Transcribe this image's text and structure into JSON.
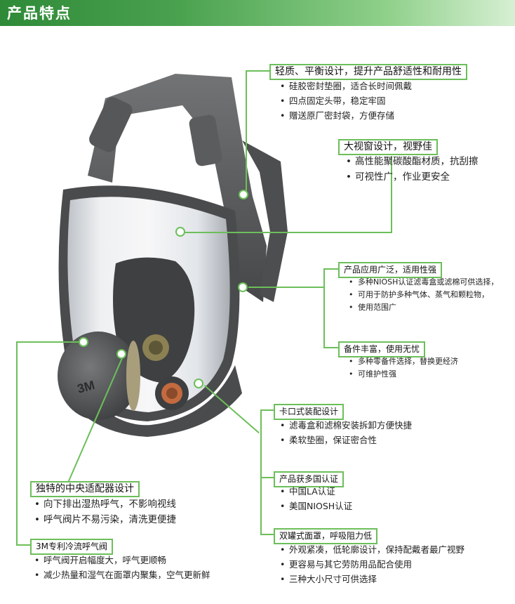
{
  "header": {
    "title": "产品特点"
  },
  "features": {
    "f1": {
      "title": "轻质、平衡设计，提升产品舒适性和耐用性",
      "items": [
        "硅胶密封垫圈，适合长时间佩戴",
        "四点固定头带，稳定牢固",
        "赠送原厂密封袋，方便存储"
      ]
    },
    "f2": {
      "title": "大视窗设计，视野佳",
      "items": [
        "高性能聚碳酸酯材质，抗刮擦",
        "可视性广，作业更安全"
      ]
    },
    "f3": {
      "title": "产品应用广泛，适用性强",
      "items": [
        "多种NIOSH认证滤毒盒或滤棉可供选择，",
        "可用于防护多种气体、蒸气和颗粒物，",
        "使用范围广"
      ]
    },
    "f4": {
      "title": "备件丰富，使用无忧",
      "items": [
        "多种零备件选择，替换更经济",
        "可维护性强"
      ]
    },
    "f5": {
      "title": "卡口式装配设计",
      "items": [
        "滤毒盒和滤棉安装拆卸方便快捷",
        "柔软垫圈，保证密合性"
      ]
    },
    "f6": {
      "title": "产品获多国认证",
      "items": [
        "中国LA认证",
        "美国NIOSH认证"
      ]
    },
    "f7": {
      "title": "双罐式面罩，呼吸阻力低",
      "items": [
        "外观紧凑，低轮廓设计，保持配戴者最广视野",
        "更容易与其它劳防用品配合使用",
        "三种大小尺寸可供选择"
      ]
    },
    "f8": {
      "title": "独特的中央适配器设计",
      "items": [
        "向下排出湿热呼气，不影响视线",
        "呼气阀片不易污染，清洗更便捷"
      ]
    },
    "f9": {
      "title": "3M专利冷流呼气阀",
      "items": [
        "呼气阀开启幅度大，呼气更顺畅",
        "减少热量和湿气在面罩内聚集，空气更新鲜"
      ]
    }
  },
  "mask": {
    "brand_mark": "3M"
  },
  "colors": {
    "accent": "#6cbf5a",
    "header_start": "#2f8a38",
    "header_end": "#d7efd3"
  }
}
